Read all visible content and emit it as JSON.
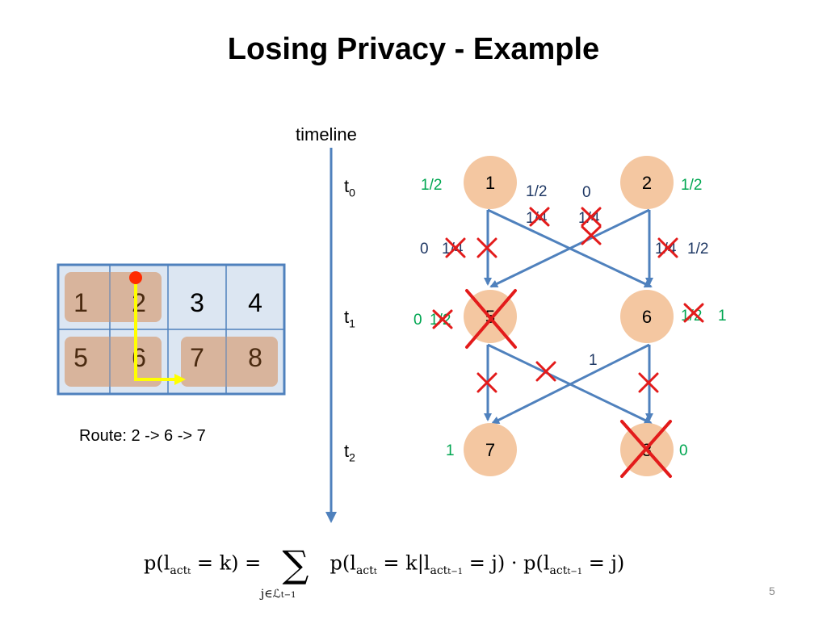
{
  "title": "Losing Privacy - Example",
  "route_text": "Route: 2 -> 6 -> 7",
  "timeline": {
    "label": "timeline",
    "steps": [
      {
        "t": "t",
        "sub": "0"
      },
      {
        "t": "t",
        "sub": "1"
      },
      {
        "t": "t",
        "sub": "2"
      }
    ]
  },
  "grid": {
    "cells": [
      "1",
      "2",
      "3",
      "4",
      "5",
      "6",
      "7",
      "8"
    ]
  },
  "nodes": [
    {
      "id": "1",
      "label": "1",
      "crossed": false
    },
    {
      "id": "2",
      "label": "2",
      "crossed": false
    },
    {
      "id": "5",
      "label": "5",
      "crossed": true
    },
    {
      "id": "6",
      "label": "6",
      "crossed": false
    },
    {
      "id": "7",
      "label": "7",
      "crossed": false
    },
    {
      "id": "8",
      "label": "8",
      "crossed": true
    }
  ],
  "probabilities": {
    "node1_left": "1/2",
    "node2_right": "1/2",
    "node5_left_zero": "0",
    "node5_left": "1/2",
    "node6_right_struck": "1/2",
    "node6_right": "1",
    "node7_left": "1",
    "node8_right": "0",
    "edge_1_to_5_zero": "0",
    "edge_1_to_5": "1/4",
    "edge_1_to_6": "1/2",
    "edge_1_to_6_struck": "1/4",
    "edge_2_to_5": "0",
    "edge_2_to_5_struck": "1/4",
    "edge_2_to_6_struck": "1/4",
    "edge_2_to_6": "1/2",
    "edge_6_to_7": "1"
  },
  "formula": {
    "lhs": "p(l",
    "act": "act",
    "tsub": "t",
    "lhs_rest": " = k) = ",
    "sum": "∑",
    "sum_index": "j∈ℒ",
    "sum_index_sub": "t−1",
    "rhs1": " p(l",
    "rhs1_rest": " = k|l",
    "prev_sub": "t−1",
    "rhs2": " = j) · p(l",
    "rhs3": " = j)"
  },
  "page_number": "5",
  "colors": {
    "node_fill": "#f4c7a1",
    "grid_bg": "#dce6f2",
    "grid_border": "#4f81bd",
    "arrow": "#4f81bd",
    "cross": "#e31b1b",
    "prob_green": "#00a651",
    "prob_blue": "#1f3864",
    "path_yellow": "#ffff00",
    "start_dot": "#ff2a00"
  }
}
